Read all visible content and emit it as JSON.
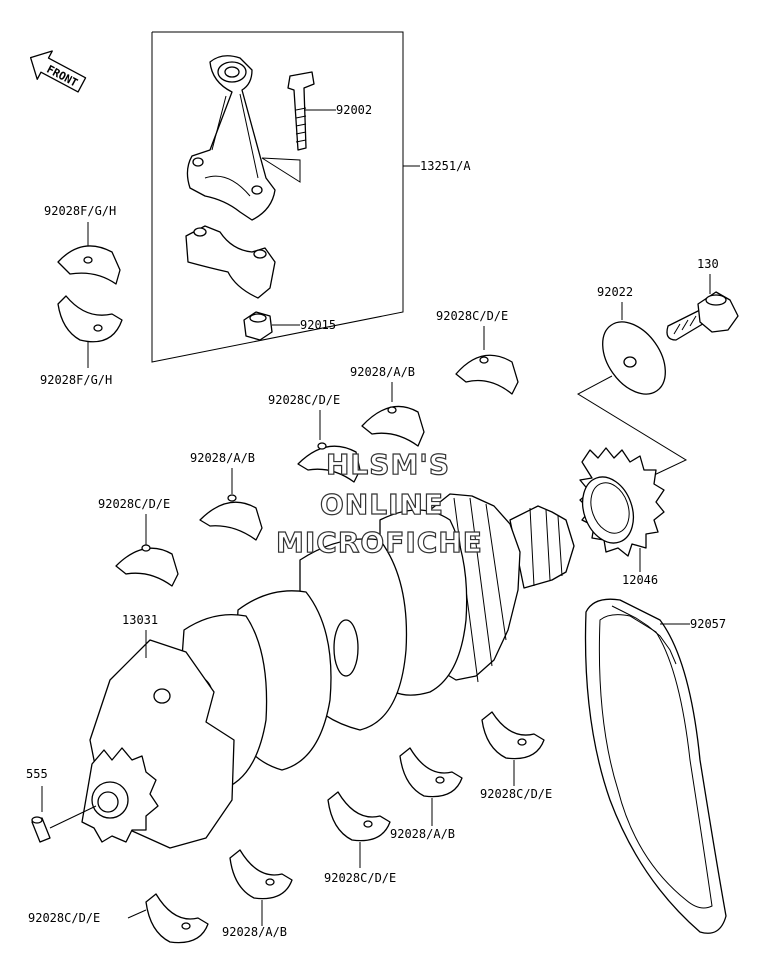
{
  "front_arrow": {
    "label": "FRONT"
  },
  "labels": {
    "p92002": "92002",
    "p13251A": "13251/A",
    "p92028FGH_top": "92028F/G/H",
    "p92028FGH_bot": "92028F/G/H",
    "p92015": "92015",
    "p130": "130",
    "p92022": "92022",
    "p92028CDE_a": "92028C/D/E",
    "p92028AB_a": "92028/A/B",
    "p92028CDE_b": "92028C/D/E",
    "p92028AB_b": "92028/A/B",
    "p92028CDE_c": "92028C/D/E",
    "p12046": "12046",
    "p13031": "13031",
    "p92057": "92057",
    "p555": "555",
    "p92028CDE_d": "92028C/D/E",
    "p92028AB_c": "92028/A/B",
    "p92028CDE_e": "92028C/D/E",
    "p92028AB_d": "92028/A/B",
    "p92028CDE_f": "92028C/D/E"
  },
  "watermark": {
    "line1": "HLSM'S",
    "line2": "ONLINE",
    "line3": "MICROFICHE"
  }
}
